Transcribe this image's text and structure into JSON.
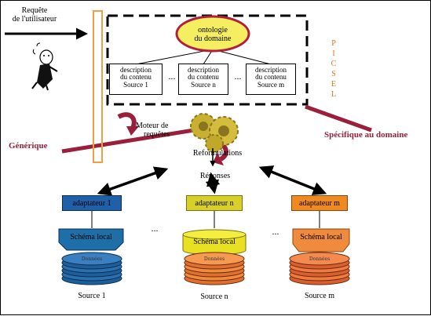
{
  "user_request": [
    "Requête",
    "de l'utilisateur"
  ],
  "ontology": [
    "ontologie",
    "du domaine"
  ],
  "descriptions": [
    {
      "line1": "description",
      "line2": "du contenu",
      "source": "Source 1"
    },
    {
      "line1": "description",
      "line2": "du contenu",
      "source": "Source n"
    },
    {
      "line1": "description",
      "line2": "du contenu",
      "source": "Source m"
    }
  ],
  "ellipsis": "...",
  "picsel": [
    "P",
    "I",
    "C",
    "S",
    "E",
    "L"
  ],
  "engine": [
    "Moteur de",
    "requêtes"
  ],
  "reformulations": "Reformulations",
  "responses": "Réponses",
  "generic": "Générique",
  "domain_specific": "Spécifique au domaine",
  "adapters": [
    {
      "label": "adaptateur 1",
      "color": "#2060a8"
    },
    {
      "label": "adaptateur n",
      "color": "#d8d028"
    },
    {
      "label": "adaptateur m",
      "color": "#f08a20"
    }
  ],
  "schemas": [
    {
      "label": "Schéma local",
      "color": "#1e6fa8"
    },
    {
      "label": "Schéma local",
      "color": "#e8e020"
    },
    {
      "label": "Schéma local",
      "color": "#f08a3c"
    }
  ],
  "data_labels": [
    "Données",
    "Données",
    "Données"
  ],
  "sources": [
    "Source 1",
    "Source n",
    "Source m"
  ],
  "colors": {
    "accent_red": "#9a1f3a",
    "highlight_orange": "#f0a040",
    "ontology_fill": "#f4ee60"
  }
}
